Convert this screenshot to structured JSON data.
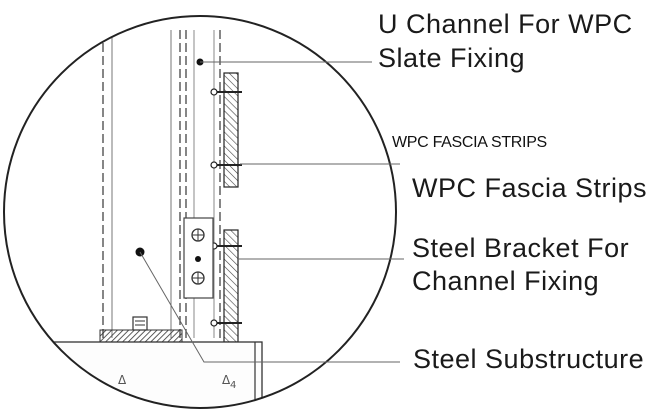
{
  "labels": {
    "u_channel": [
      "U Channel For WPC",
      "Slate Fixing"
    ],
    "fascia_caps": "WPC FASCIA STRIPS",
    "fascia": "WPC Fascia Strips",
    "bracket": [
      "Steel Bracket For",
      "Channel Fixing"
    ],
    "substructure": "Steel Substructure"
  },
  "colors": {
    "line": "#222222",
    "leader": "#666666",
    "hatch": "#333333",
    "fill_dark": "#3a3a3a"
  }
}
